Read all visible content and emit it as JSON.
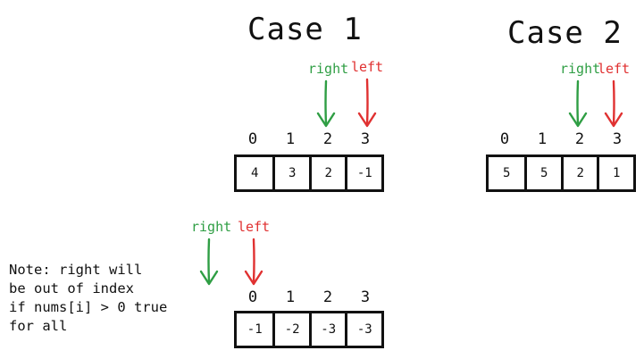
{
  "colors": {
    "right": "#2f9e44",
    "left": "#e03131",
    "ink": "#111111"
  },
  "case1": {
    "title": "Case 1",
    "indices": [
      "0",
      "1",
      "2",
      "3"
    ],
    "values": [
      "4",
      "3",
      "2",
      "-1"
    ],
    "right_label": "right",
    "left_label": "left"
  },
  "case2": {
    "title": "Case 2",
    "indices": [
      "0",
      "1",
      "2",
      "3"
    ],
    "values": [
      "5",
      "5",
      "2",
      "1"
    ],
    "right_label": "right",
    "left_label": "left"
  },
  "case3": {
    "indices": [
      "0",
      "1",
      "2",
      "3"
    ],
    "values": [
      "-1",
      "-2",
      "-3",
      "-3"
    ],
    "right_label": "right",
    "left_label": "left"
  },
  "note": {
    "lines": [
      "Note: right will",
      "be out of index",
      "if nums[i] > 0 true",
      "for all"
    ]
  }
}
